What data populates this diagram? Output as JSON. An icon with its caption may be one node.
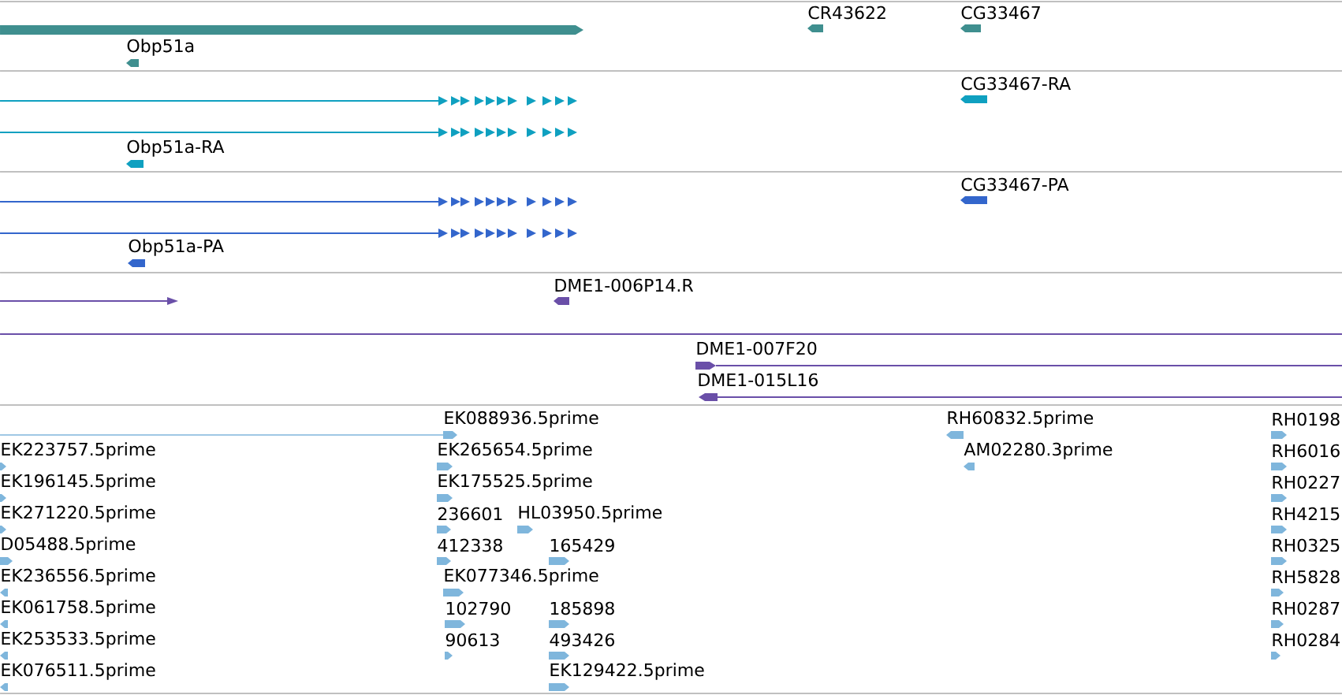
{
  "diagram": {
    "labels": [
      "CR43622",
      "CG33467",
      "Obp51a",
      "CG33467-RA",
      "Obp51a-RA",
      "CG33467-PA",
      "Obp51a-PA",
      "DME1-006P14.R",
      "DME1-007F20",
      "DME1-015L16",
      "EK088936.5prime",
      "RH60832.5prime",
      "RH0198",
      "EK223757.5prime",
      "EK265654.5prime",
      "AM02280.3prime",
      "RH6016",
      "EK196145.5prime",
      "EK175525.5prime",
      "RH0227",
      "EK271220.5prime",
      "236601",
      "HL03950.5prime",
      "RH4215",
      "D05488.5prime",
      "412338",
      "165429",
      "RH0325",
      "EK236556.5prime",
      "EK077346.5prime",
      "RH5828",
      "EK061758.5prime",
      "102790",
      "185898",
      "RH0287",
      "EK253533.5prime",
      "90613",
      "493426",
      "RH0284",
      "EK076511.5prime",
      "EK129422.5prime"
    ]
  }
}
